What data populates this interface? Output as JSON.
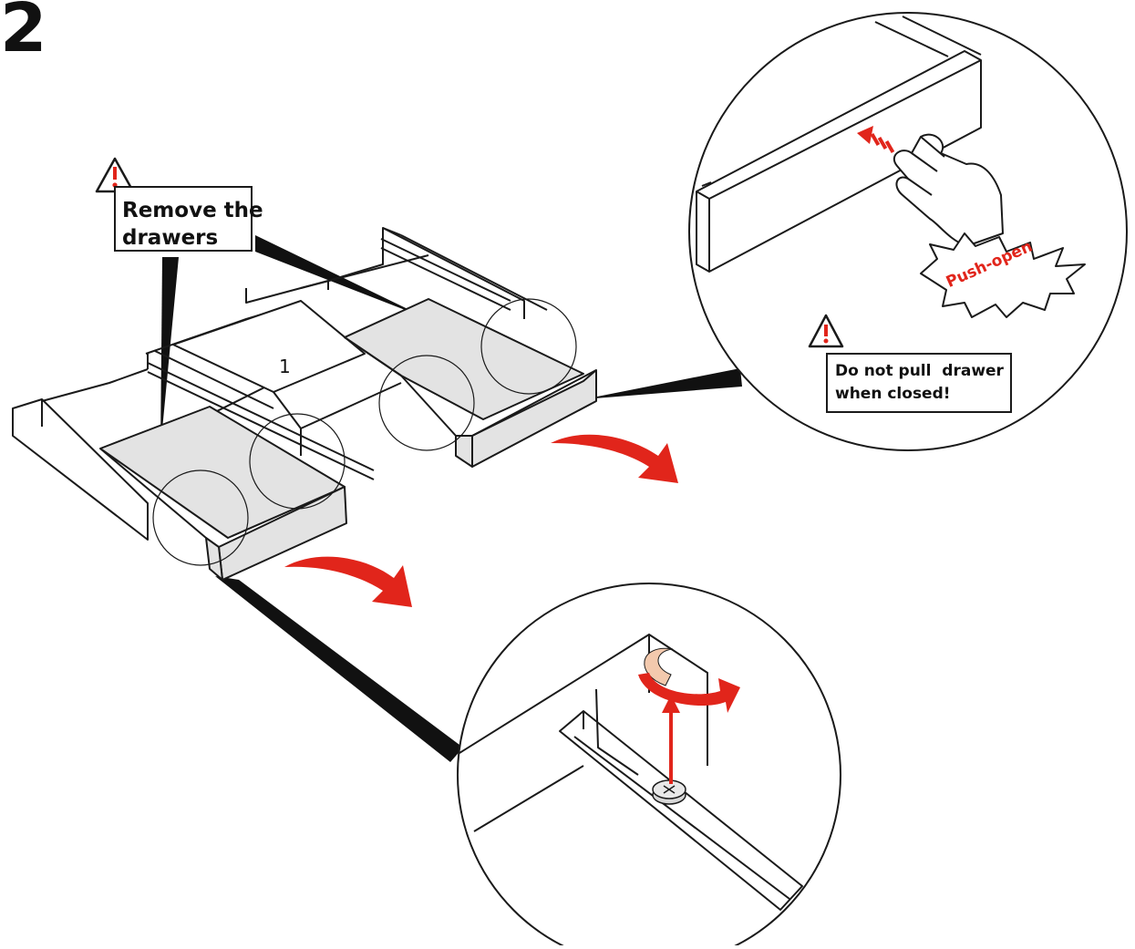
{
  "step": {
    "number": "2"
  },
  "callouts": {
    "remove_drawers": "Remove the\ndrawers",
    "do_not_pull": "Do not pull  drawer\nwhen closed!"
  },
  "labels": {
    "part_number": "1",
    "push_open": "Push-open"
  },
  "icons": [
    "warning-triangle-icon",
    "curved-arrow-icon",
    "rotate-arrow-icon",
    "push-direction-arrow-icon"
  ],
  "colors": {
    "accent_red": "#e1251b",
    "line_black": "#1a1a1a",
    "drawer_gray": "#e3e3e3",
    "skin_peach": "#f3c9ad"
  }
}
